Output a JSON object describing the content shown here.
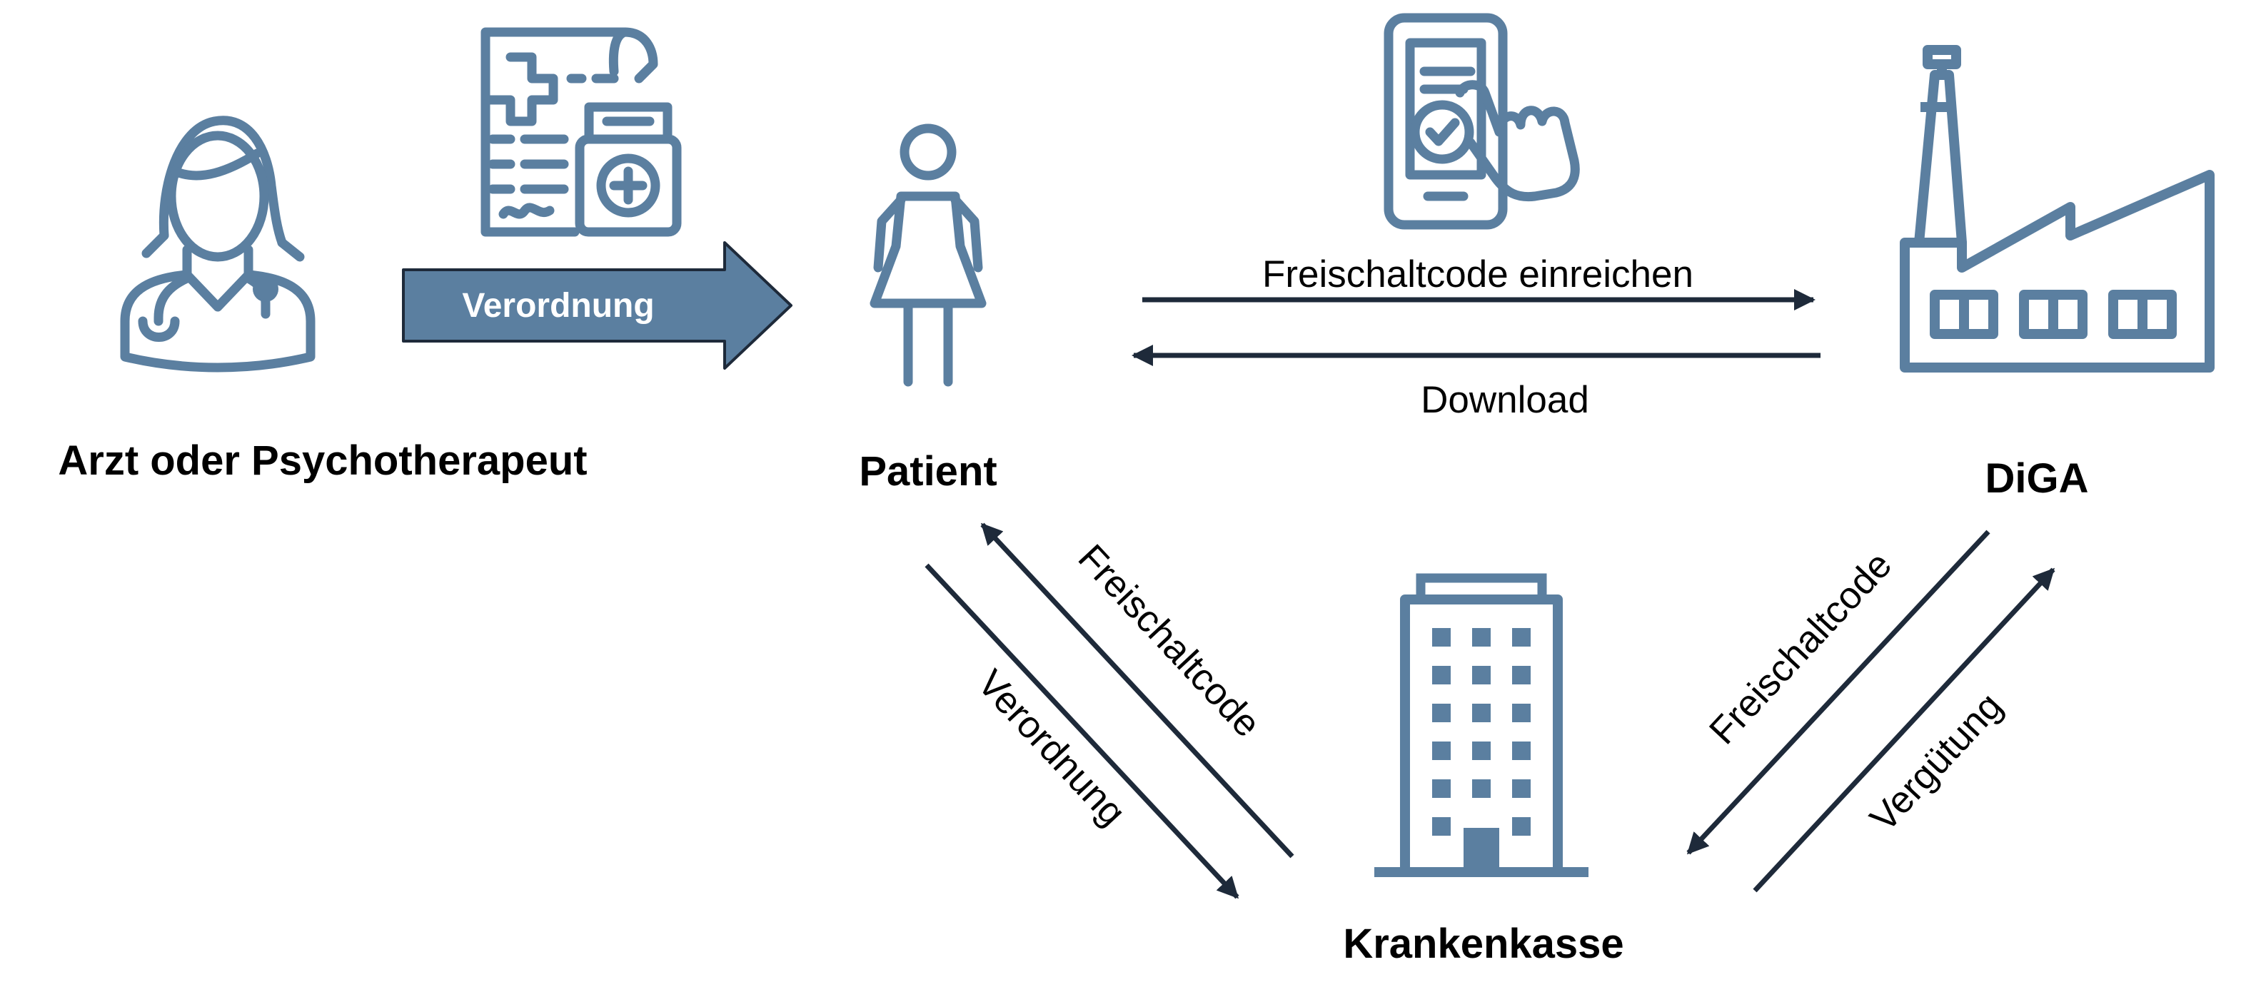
{
  "nodes": {
    "doctor": "Arzt oder Psychotherapeut",
    "patient": "Patient",
    "diga": "DiGA",
    "insurer": "Krankenkasse"
  },
  "flows": {
    "prescription_arrow": "Verordnung",
    "submit_code": "Freischaltcode einreichen",
    "download": "Download",
    "insurer_to_patient_code": "Freischaltcode",
    "patient_to_insurer_prescription": "Verordnung",
    "diga_to_insurer_code": "Freischaltcode",
    "insurer_to_diga_payment": "Vergütung"
  },
  "colors": {
    "icon": "#5b7fa0",
    "dark_arrow": "#1e2a3a",
    "text": "#000000"
  },
  "icons": [
    "doctor-icon",
    "prescription-medicine-icon",
    "patient-icon",
    "smartphone-tap-icon",
    "factory-icon",
    "office-building-icon"
  ]
}
